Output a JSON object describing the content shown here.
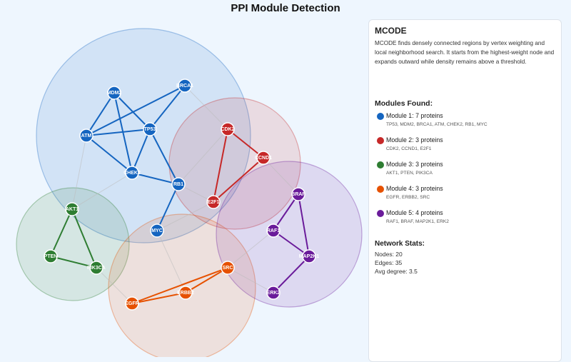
{
  "title": "PPI Module Detection",
  "panel": {
    "heading": "MCODE",
    "description": "MCODE finds densely connected regions by vertex weighting and local neighborhood search. It starts from the highest-weight node and expands outward while density remains above a threshold.",
    "modules_heading": "Modules Found:",
    "modules": [
      {
        "label": "Module 1: 7 proteins",
        "members": "TP53, MDM2, BRCA1, ATM, CHEK2, RB1, MYC",
        "color": "#1565c0"
      },
      {
        "label": "Module 2: 3 proteins",
        "members": "CDK2, CCND1, E2F1",
        "color": "#c62828"
      },
      {
        "label": "Module 3: 3 proteins",
        "members": "AKT1, PTEN, PIK3CA",
        "color": "#2e7d32"
      },
      {
        "label": "Module 4: 3 proteins",
        "members": "EGFR, ERBB2, SRC",
        "color": "#e65100"
      },
      {
        "label": "Module 5: 4 proteins",
        "members": "RAF1, BRAF, MAP2K1, ERK2",
        "color": "#6a1b9a"
      }
    ],
    "stats_heading": "Network Stats:",
    "stats": [
      "Nodes: 20",
      "Edges: 35",
      "Avg degree: 3.5"
    ]
  },
  "graph": {
    "nodes": [
      {
        "id": "MDM2",
        "module": 0
      },
      {
        "id": "BRCA1",
        "module": 0
      },
      {
        "id": "ATM",
        "module": 0
      },
      {
        "id": "TP53",
        "module": 0
      },
      {
        "id": "CHEK2",
        "module": 0
      },
      {
        "id": "RB1",
        "module": 0
      },
      {
        "id": "MYC",
        "module": 0
      },
      {
        "id": "CDK2",
        "module": 1
      },
      {
        "id": "CCND1",
        "module": 1
      },
      {
        "id": "E2F1",
        "module": 1
      },
      {
        "id": "AKT1",
        "module": 2
      },
      {
        "id": "PTEN",
        "module": 2
      },
      {
        "id": "PIK3CA",
        "module": 2
      },
      {
        "id": "EGFR",
        "module": 3
      },
      {
        "id": "ERBB2",
        "module": 3
      },
      {
        "id": "SRC",
        "module": 3
      },
      {
        "id": "BRAF",
        "module": 4
      },
      {
        "id": "RAF1",
        "module": 4
      },
      {
        "id": "MAP2K1",
        "module": 4
      },
      {
        "id": "ERK2",
        "module": 4
      }
    ],
    "intra_edges": [
      [
        "MDM2",
        "ATM"
      ],
      [
        "MDM2",
        "TP53"
      ],
      [
        "MDM2",
        "CHEK2"
      ],
      [
        "BRCA1",
        "ATM"
      ],
      [
        "BRCA1",
        "TP53"
      ],
      [
        "ATM",
        "TP53"
      ],
      [
        "ATM",
        "CHEK2"
      ],
      [
        "TP53",
        "CHEK2"
      ],
      [
        "TP53",
        "RB1"
      ],
      [
        "CHEK2",
        "RB1"
      ],
      [
        "RB1",
        "MYC"
      ],
      [
        "CDK2",
        "CCND1"
      ],
      [
        "CDK2",
        "E2F1"
      ],
      [
        "CCND1",
        "E2F1"
      ],
      [
        "AKT1",
        "PTEN"
      ],
      [
        "AKT1",
        "PIK3CA"
      ],
      [
        "PTEN",
        "PIK3CA"
      ],
      [
        "EGFR",
        "ERBB2"
      ],
      [
        "EGFR",
        "SRC"
      ],
      [
        "ERBB2",
        "SRC"
      ],
      [
        "BRAF",
        "RAF1"
      ],
      [
        "BRAF",
        "MAP2K1"
      ],
      [
        "RAF1",
        "MAP2K1"
      ],
      [
        "MAP2K1",
        "ERK2"
      ]
    ],
    "inter_edges": [
      [
        "BRCA1",
        "CDK2"
      ],
      [
        "ATM",
        "AKT1"
      ],
      [
        "CHEK2",
        "AKT1"
      ],
      [
        "RB1",
        "E2F1"
      ],
      [
        "RB1",
        "CDK2"
      ],
      [
        "MYC",
        "ERBB2"
      ],
      [
        "PIK3CA",
        "EGFR"
      ],
      [
        "SRC",
        "RAF1"
      ],
      [
        "SRC",
        "ERK2"
      ],
      [
        "CCND1",
        "BRAF"
      ],
      [
        "E2F1",
        "MYC"
      ]
    ]
  }
}
